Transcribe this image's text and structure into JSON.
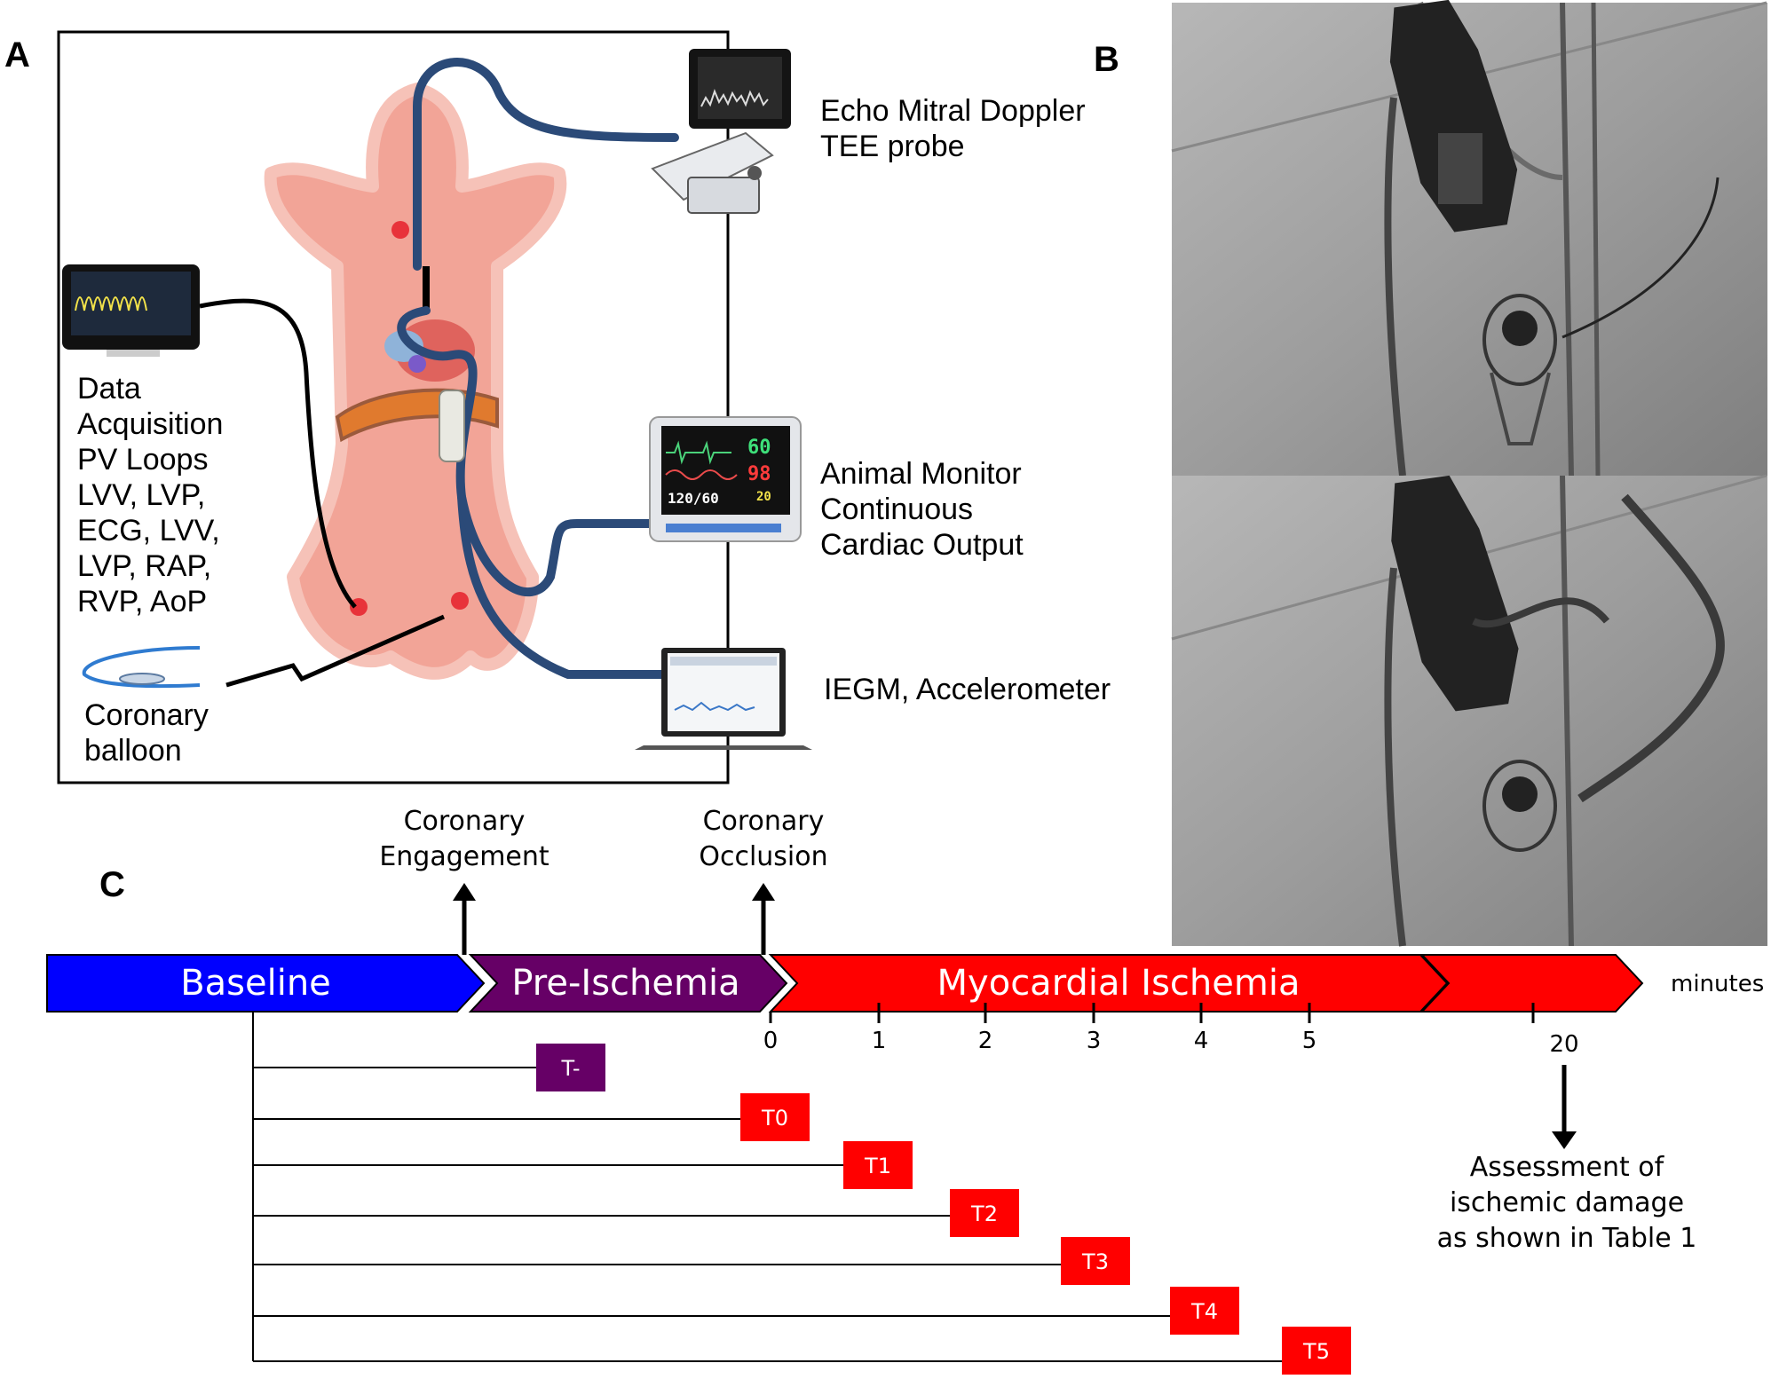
{
  "panels": {
    "a": "A",
    "b": "B",
    "c": "C"
  },
  "setup": {
    "echo": [
      "Echo Mitral Doppler",
      "TEE probe"
    ],
    "monitor": [
      "Animal Monitor",
      "Continuous",
      "Cardiac Output"
    ],
    "laptop": "IEGM, Accelerometer",
    "daq": [
      "Data",
      "Acquisition",
      "PV Loops",
      "LVV, LVP,",
      "ECG, LVV,",
      "LVP, RAP,",
      "RVP, AoP"
    ],
    "balloon": [
      "Coronary",
      "balloon"
    ],
    "monitor_screen": {
      "hr": "60",
      "spo2": "98",
      "bp": "120/60",
      "other": "20"
    }
  },
  "timeline": {
    "events": {
      "engagement": [
        "Coronary",
        "Engagement"
      ],
      "occlusion": [
        "Coronary",
        "Occlusion"
      ]
    },
    "phases": {
      "baseline": "Baseline",
      "pre": "Pre-Ischemia",
      "ischemia": "Myocardial Ischemia"
    },
    "unit": "minutes",
    "ticks": [
      "0",
      "1",
      "2",
      "3",
      "4",
      "5"
    ],
    "final_tick": "20",
    "timepoints": [
      "T-",
      "T0",
      "T1",
      "T2",
      "T3",
      "T4",
      "T5"
    ],
    "assessment": [
      "Assessment of",
      "ischemic damage",
      "as shown in Table 1"
    ]
  },
  "colors": {
    "baseline": "#0000ff",
    "pre": "#660066",
    "ischemia": "#ff0000",
    "cable": "#2b4a78"
  }
}
